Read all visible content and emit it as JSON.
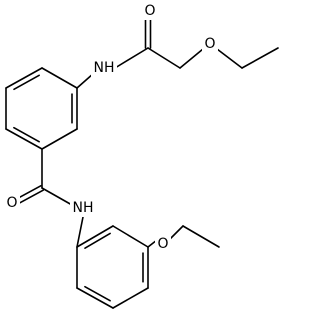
{
  "structure": {
    "atoms": [
      {
        "id": "o_keto",
        "label": "O"
      },
      {
        "id": "o_ether_top",
        "label": "O"
      },
      {
        "id": "nh_top",
        "label": "NH"
      },
      {
        "id": "o_amide",
        "label": "O"
      },
      {
        "id": "nh_mid",
        "label": "NH"
      },
      {
        "id": "o_ethoxy",
        "label": "O"
      }
    ]
  }
}
